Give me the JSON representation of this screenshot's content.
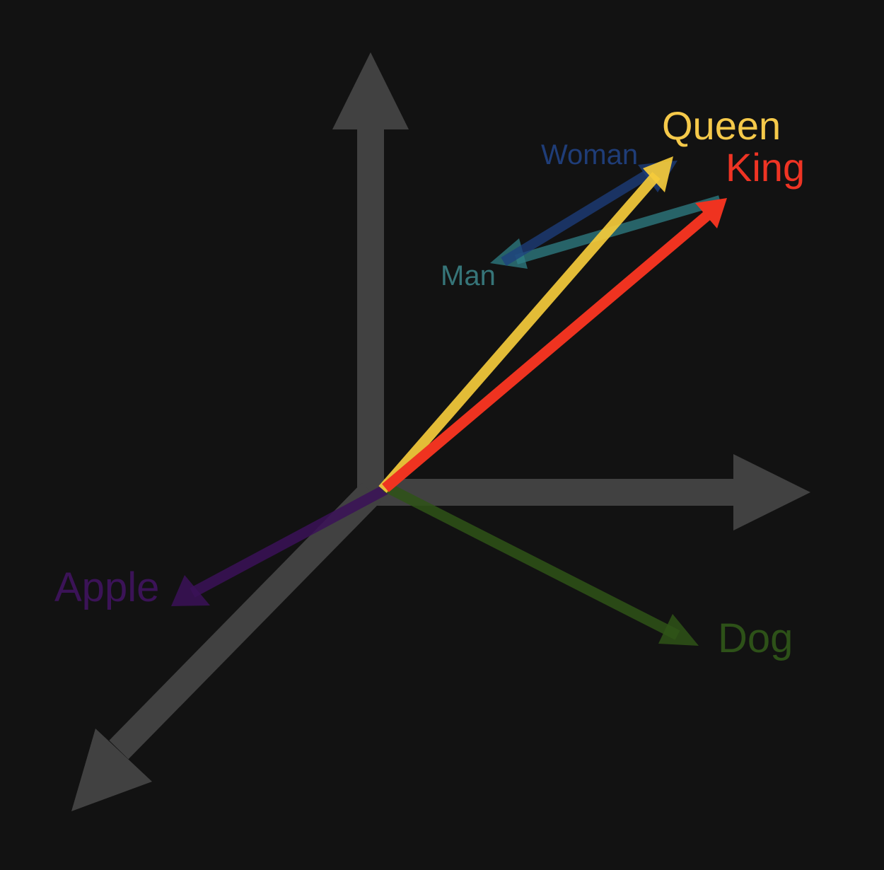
{
  "background_color": "#121212",
  "axis_color": "#414141",
  "vectors": [
    {
      "id": "apple",
      "label": "Apple",
      "color": "#3b1258"
    },
    {
      "id": "dog",
      "label": "Dog",
      "color": "#2f5418"
    },
    {
      "id": "man-to-king",
      "label": "",
      "color": "#2f7f86"
    },
    {
      "id": "man-to-woman",
      "label": "",
      "color": "#1e3f7f"
    },
    {
      "id": "queen",
      "label": "Queen",
      "color": "#f5cb3b"
    },
    {
      "id": "king",
      "label": "King",
      "color": "#ef3320"
    }
  ],
  "labels": {
    "woman": {
      "text": "Woman",
      "color": "#1f3d78"
    },
    "man": {
      "text": "Man",
      "color": "#367579"
    },
    "queen": {
      "text": "Queen",
      "color": "#f5c94a"
    },
    "king": {
      "text": "King",
      "color": "#ef3424"
    },
    "apple": {
      "text": "Apple",
      "color": "#3b1357"
    },
    "dog": {
      "text": "Dog",
      "color": "#2d5118"
    }
  }
}
